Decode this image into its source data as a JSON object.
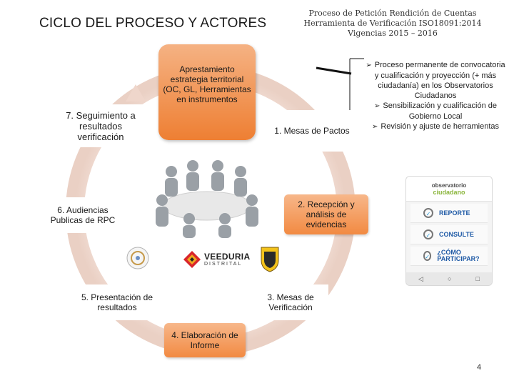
{
  "title": "CICLO DEL PROCESO Y ACTORES",
  "header": {
    "line1": "Proceso de Petición Rendición de Cuentas",
    "line2": "Herramienta de Verificación ISO18091:2014",
    "line3": "Vigencias 2015 – 2016"
  },
  "steps": {
    "start": "Aprestamiento estrategia territorial (OC, GL, Herramientas en instrumentos",
    "s1": "1. Mesas de Pactos",
    "s2": "2. Recepción y análisis de evidencias",
    "s3": "3. Mesas de Verificación",
    "s4": "4. Elaboración de Informe",
    "s5": "5. Presentación de resultados",
    "s6": "6. Audiencias Publicas de RPC",
    "s7": "7. Seguimiento a resultados verificación"
  },
  "bullets": [
    "Proceso permanente de convocatoria y cualificación y proyección (+ más ciudadanía) en los Observatorios Ciudadanos",
    "Sensibilización y cualificación de Gobierno Local",
    "Revisión y ajuste de herramientas"
  ],
  "app": {
    "brand_top": "observatorio",
    "brand_bottom": "ciudadano",
    "items": [
      "REPORTE",
      "CONSULTE",
      "¿CÓMO PARTICIPAR?"
    ]
  },
  "logos": {
    "veeduria_name": "VEEDURIA",
    "veeduria_sub": "DISTRITAL"
  },
  "page_number": "4",
  "colors": {
    "ring": "#f2dcd3",
    "orange": "#ef8236",
    "accent_blue": "#1f5aa6"
  },
  "icons": [
    "meeting-people-illustration",
    "arrow-head-icon",
    "bullet-arrow-icon"
  ]
}
